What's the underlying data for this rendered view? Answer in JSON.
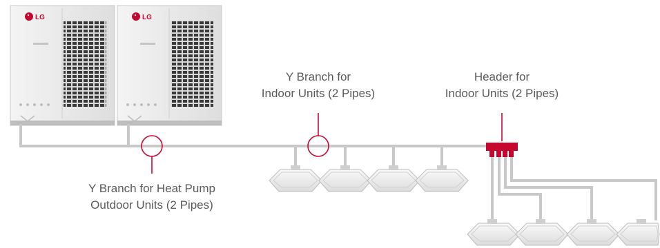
{
  "labels": {
    "outdoor_branch": {
      "line1": "Y Branch for Heat Pump",
      "line2": "Outdoor Units (2 Pipes)"
    },
    "indoor_branch": {
      "line1": "Y Branch for",
      "line2": "Indoor Units (2 Pipes)"
    },
    "header": {
      "line1": "Header for",
      "line2": "Indoor Units (2 Pipes)"
    }
  },
  "outdoor_units": [
    {
      "brand": "LG"
    },
    {
      "brand": "LG"
    }
  ],
  "colors": {
    "pipe": "#c8c8c8",
    "accent": "#c6062f",
    "unit_body": "#e9e9e9",
    "text": "#5a5a5a"
  }
}
